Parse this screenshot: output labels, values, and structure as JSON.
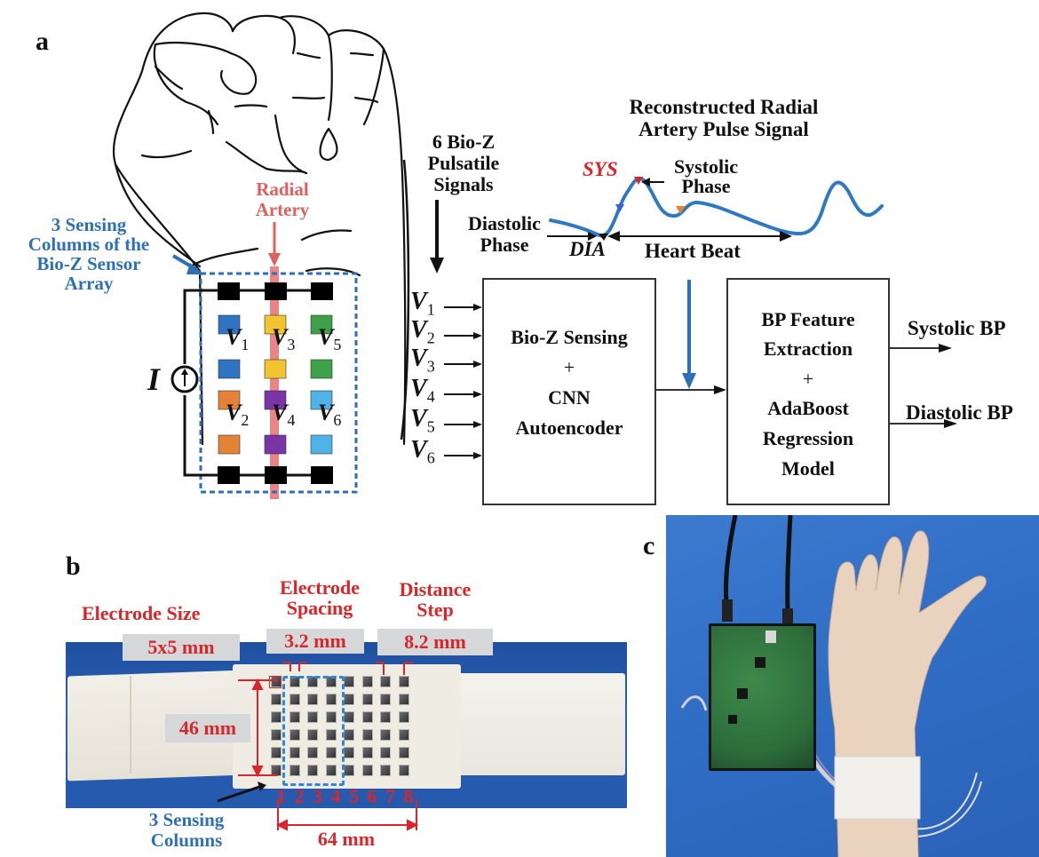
{
  "panels": {
    "a": {
      "label": "a",
      "radial_artery_label": [
        "Radial",
        "Artery"
      ],
      "sensing_columns_label": [
        "3 Sensing",
        "Columns of the",
        "Bio-Z Sensor",
        "Array"
      ],
      "current_source_label": "I",
      "electrode_pair_labels": [
        {
          "v": "V",
          "sub": "1",
          "color": "#2f73c3"
        },
        {
          "v": "V",
          "sub": "2",
          "color": "#e48238"
        },
        {
          "v": "V",
          "sub": "3",
          "color": "#f2c431"
        },
        {
          "v": "V",
          "sub": "4",
          "color": "#7b34a6"
        },
        {
          "v": "V",
          "sub": "5",
          "color": "#3ea048"
        },
        {
          "v": "V",
          "sub": "6",
          "color": "#4fb3e8"
        }
      ],
      "signals_label": [
        "6 Bio-Z",
        "Pulsatile",
        "Signals"
      ],
      "inputs": [
        {
          "v": "V",
          "sub": "1"
        },
        {
          "v": "V",
          "sub": "2"
        },
        {
          "v": "V",
          "sub": "3"
        },
        {
          "v": "V",
          "sub": "4"
        },
        {
          "v": "V",
          "sub": "5"
        },
        {
          "v": "V",
          "sub": "6"
        }
      ],
      "block1": [
        "Bio-Z Sensing",
        "+",
        "CNN",
        "Autoencoder"
      ],
      "block2": [
        "BP Feature",
        "Extraction",
        "+",
        "AdaBoost",
        "Regression",
        "Model"
      ],
      "outputs": [
        "Systolic BP",
        "Diastolic BP"
      ],
      "pulse_title": [
        "Reconstructed Radial",
        "Artery Pulse Signal"
      ],
      "sys_label": "SYS",
      "dia_label": "DIA",
      "systolic_phase_label": [
        "Systolic",
        "Phase"
      ],
      "diastolic_phase_label": [
        "Diastolic",
        "Phase"
      ],
      "heart_beat_label": "Heart Beat",
      "colors": {
        "blue": "#2e6fb7",
        "artery_red": "#e0605e",
        "sys_marker": "#d9262b",
        "rise_marker": "#3b5fe0",
        "notch_marker": "#e8822e",
        "signal": "#2f78c4"
      }
    },
    "b": {
      "label": "b",
      "electrode_size_label": "Electrode Size",
      "electrode_size_value": "5x5 mm",
      "electrode_spacing_label": [
        "Electrode",
        "Spacing"
      ],
      "electrode_spacing_value": "3.2 mm",
      "distance_step_label": [
        "Distance",
        "Step"
      ],
      "distance_step_value": "8.2 mm",
      "height_label": "46 mm",
      "width_label": "64 mm",
      "column_numbers": [
        "1",
        "2",
        "3",
        "4",
        "5",
        "6",
        "7",
        "8"
      ],
      "sensing_columns_label": [
        "3 Sensing",
        "Columns"
      ],
      "grid_rows": 6,
      "grid_cols": 8
    },
    "c": {
      "label": "c"
    }
  }
}
